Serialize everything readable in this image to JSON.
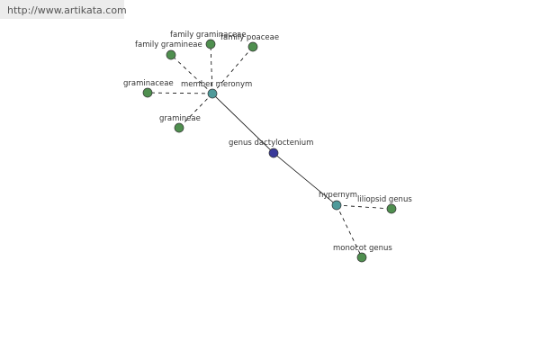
{
  "source": {
    "url_text": "http://www.artikata.com"
  },
  "colors": {
    "center_node": "#3a3a9a",
    "relation_node": "#4f9a9a",
    "leaf_node": "#4f8f4f",
    "edge": "#000000"
  },
  "graph": {
    "center": {
      "label": "genus dactyloctenium"
    },
    "relations": [
      {
        "label": "member meronym"
      },
      {
        "label": "hypernym"
      }
    ],
    "leaves": [
      {
        "label": "family gramineae",
        "relation": "member meronym"
      },
      {
        "label": "family graminaceae",
        "relation": "member meronym"
      },
      {
        "label": "family poaceae",
        "relation": "member meronym"
      },
      {
        "label": "graminaceae",
        "relation": "member meronym"
      },
      {
        "label": "gramineae",
        "relation": "member meronym"
      },
      {
        "label": "liliopsid genus",
        "relation": "hypernym"
      },
      {
        "label": "monocot genus",
        "relation": "hypernym"
      }
    ]
  }
}
